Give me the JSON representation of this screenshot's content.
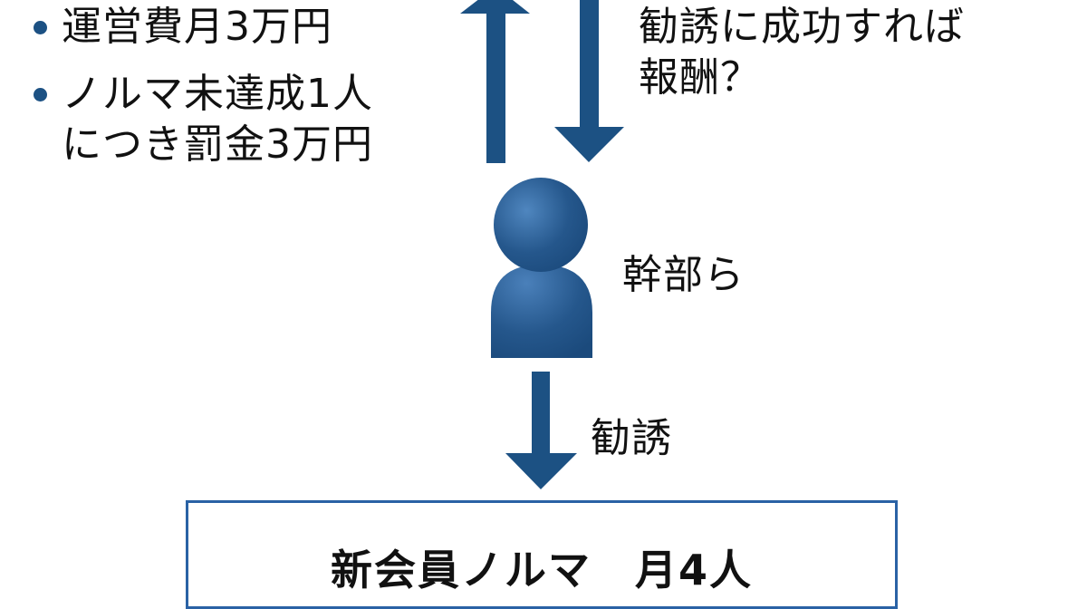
{
  "colors": {
    "accent": "#1c5183",
    "box_border": "#2a62a5",
    "text": "#111111"
  },
  "left_list": {
    "items": [
      {
        "bullet": "•",
        "lines": [
          "運営費月3万円"
        ]
      },
      {
        "bullet": "•",
        "lines": [
          "ノルマ未達成1人",
          "につき罰金3万円"
        ]
      }
    ]
  },
  "right_note": {
    "lines": [
      "勧誘に成功すれば",
      "報酬？"
    ]
  },
  "person": {
    "icon": "person-icon",
    "label": "幹部ら"
  },
  "recruit_arrow": {
    "icon": "arrow-down-icon",
    "label": "勧誘"
  },
  "quota_box": {
    "text": "新会員ノルマ　月4人"
  },
  "arrows": [
    {
      "name": "payment-up-arrow",
      "direction": "up"
    },
    {
      "name": "reward-down-arrow",
      "direction": "down"
    }
  ]
}
